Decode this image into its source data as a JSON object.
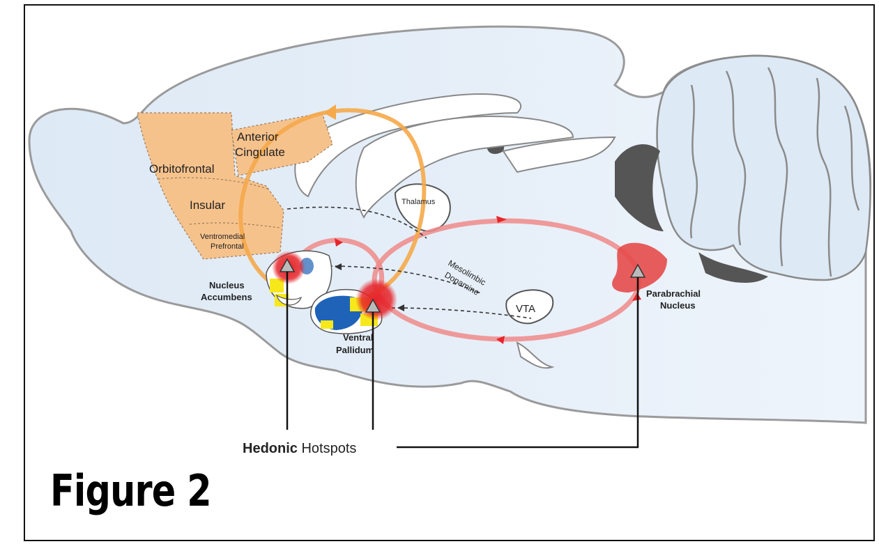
{
  "labels": {
    "anterior_cingulate_line1": "Anterior",
    "anterior_cingulate_line2": "Cingulate",
    "orbitofrontal": "Orbitofrontal",
    "insular": "Insular",
    "ventromedial_line1": "Ventromedial",
    "ventromedial_line2": "Prefrontal",
    "thalamus": "Thalamus",
    "mesolimbic_line1": "Mesolimbic",
    "mesolimbic_line2": "Dopamine",
    "vta": "VTA",
    "nucleus_accumbens_line1": "Nucleus",
    "nucleus_accumbens_line2": "Accumbens",
    "ventral_pallidum_line1": "Ventral",
    "ventral_pallidum_line2": "Pallidum",
    "parabrachial_line1": "Parabrachial",
    "parabrachial_line2": "Nucleus",
    "hedonic_bold": "Hedonic",
    "hedonic_regular": "Hotspots"
  },
  "caption": "Figure 2",
  "colors": {
    "brain_fill": "#dde9f5",
    "cortex_orange": "#f6c28c",
    "orange_loop": "#f5a94a",
    "pink_loop": "#f08a8a",
    "hotspot_red": "#e5262b",
    "hotspot_yellow": "#f7e81c",
    "hotspot_blue": "#1f63b8",
    "outline_gray": "#9a9a9a",
    "ventricle_gray": "#555555"
  }
}
